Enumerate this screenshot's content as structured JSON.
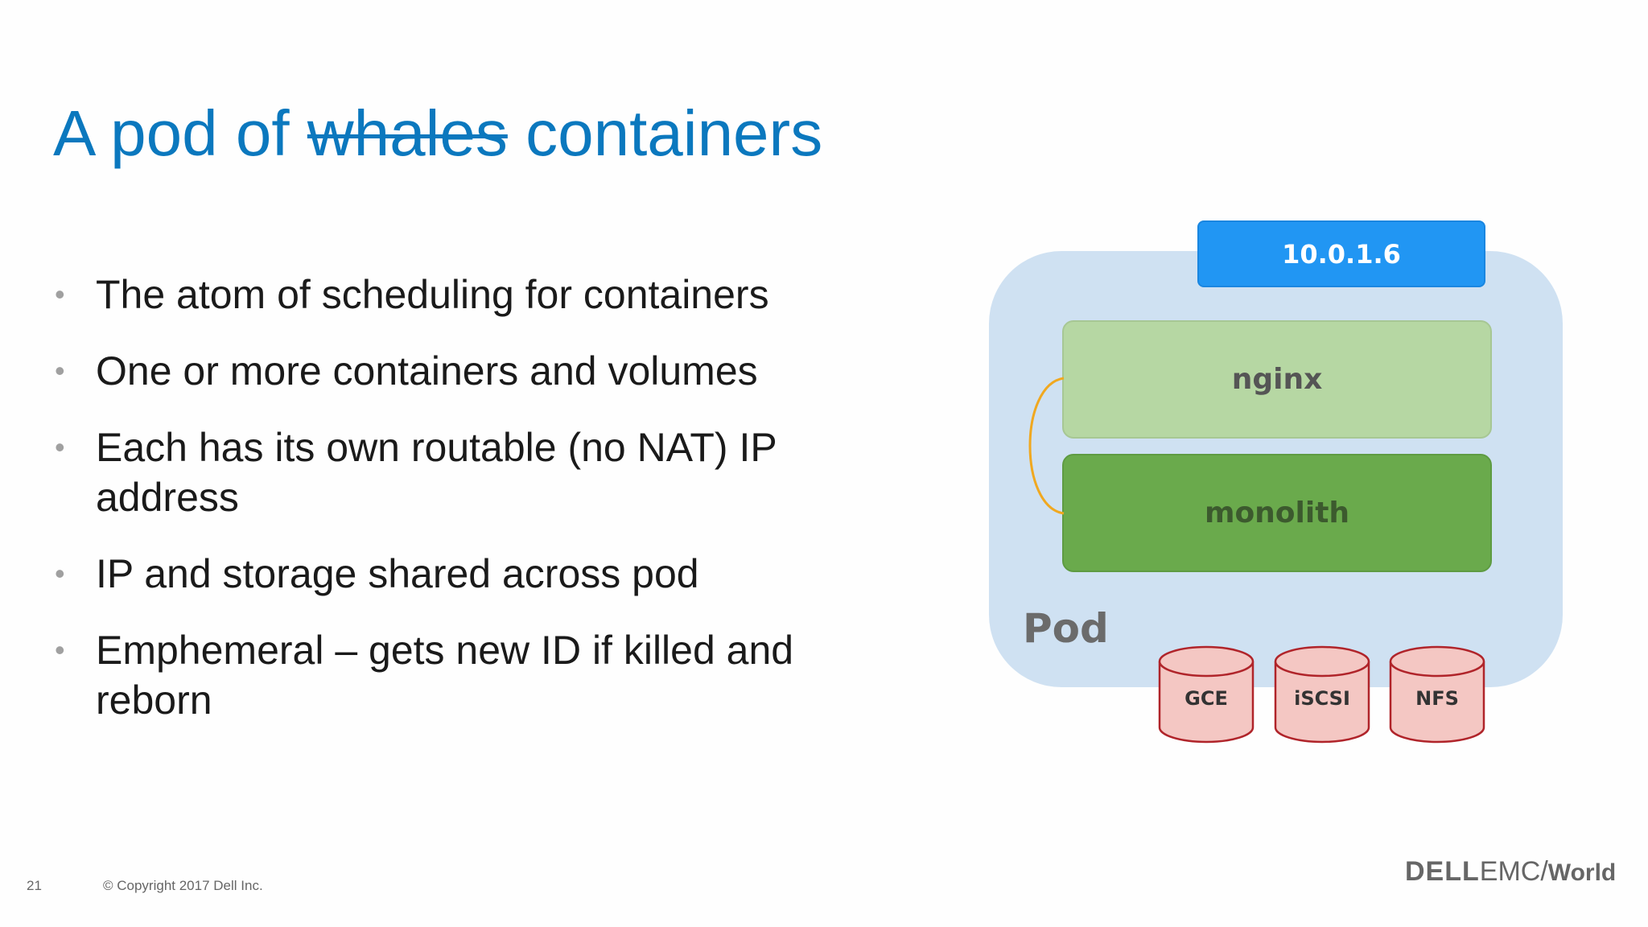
{
  "slide": {
    "title": {
      "pre": "A pod of ",
      "struck": "whales",
      "post": " containers"
    },
    "bullets": [
      "The atom of scheduling for containers",
      "One or more containers and volumes",
      "Each has its own routable (no NAT) IP address",
      "IP and storage shared across pod",
      "Emphemeral – gets new ID if killed and reborn"
    ],
    "bullet_glyph": "•",
    "diagram": {
      "ip": "10.0.1.6",
      "containers": [
        "nginx",
        "monolith"
      ],
      "pod_label": "Pod",
      "volumes": [
        "GCE",
        "iSCSI",
        "NFS"
      ],
      "colors": {
        "pod_bg": "#cfe1f2",
        "ip_badge": "#2196f3",
        "nginx": "#b6d7a3",
        "monolith": "#6aaa4c",
        "volume": "#f4c7c3",
        "volume_border": "#b0242a",
        "link": "#f0a820"
      }
    },
    "footer": {
      "page_number": "21",
      "copyright": "© Copyright 2017 Dell Inc.",
      "logo": {
        "dell": "DELL",
        "emc": "EMC",
        "slash": "/",
        "world": "World"
      }
    },
    "colors": {
      "title": "#0b78be",
      "text": "#1a1a1a"
    }
  }
}
